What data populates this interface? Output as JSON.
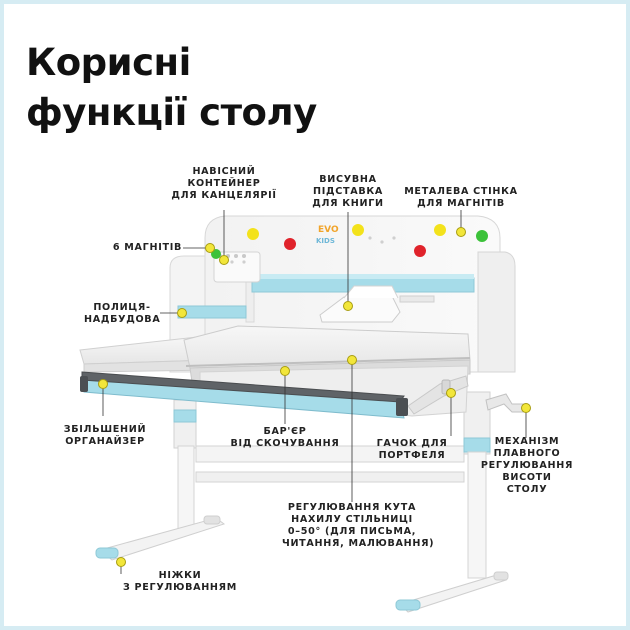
{
  "title": {
    "line1": "Корисні",
    "line2": "функції столу"
  },
  "brand": {
    "logo_top": "EVO",
    "logo_bottom": "KIDS"
  },
  "colors": {
    "accent_blue": "#a6dce9",
    "marker_yellow": "#f2e63a",
    "marker_ring": "#cfc31a",
    "magnet_yellow": "#f3e21b",
    "magnet_red": "#e0232b",
    "magnet_green": "#3cc23a",
    "frame": "#d6ecf3"
  },
  "labels": {
    "hanging_container": [
      "НАВІСНИЙ",
      "КОНТЕЙНЕР",
      "ДЛЯ КАНЦЕЛЯРІЇ"
    ],
    "book_stand": [
      "ВИСУВНА",
      "ПІДСТАВКА",
      "ДЛЯ КНИГИ"
    ],
    "metal_wall": [
      "МЕТАЛЕВА СТІНКА",
      "ДЛЯ МАГНІТІВ"
    ],
    "magnets": [
      "6 МАГНІТІВ"
    ],
    "shelf": [
      "ПОЛИЦЯ-",
      "НАДБУДОВА"
    ],
    "organizer": [
      "ЗБІЛЬШЕНИЙ",
      "ОРГАНАЙЗЕР"
    ],
    "barrier": [
      "БАР'ЄР",
      "ВІД СКОЧУВАННЯ"
    ],
    "bag_hook": [
      "ГАЧОК ДЛЯ",
      "ПОРТФЕЛЯ"
    ],
    "height_mechanism": [
      "МЕХАНІЗМ",
      "ПЛАВНОГО",
      "РЕГУЛЮВАННЯ",
      "ВИСОТИ",
      "СТОЛУ"
    ],
    "tilt": [
      "РЕГУЛЮВАННЯ КУТА",
      "НАХИЛУ СТІЛЬНИЦІ",
      "0–50° (ДЛЯ ПИСЬМА,",
      "ЧИТАННЯ, МАЛЮВАННЯ)"
    ],
    "legs": [
      "НІЖКИ",
      "З РЕГУЛЮВАННЯМ"
    ]
  }
}
